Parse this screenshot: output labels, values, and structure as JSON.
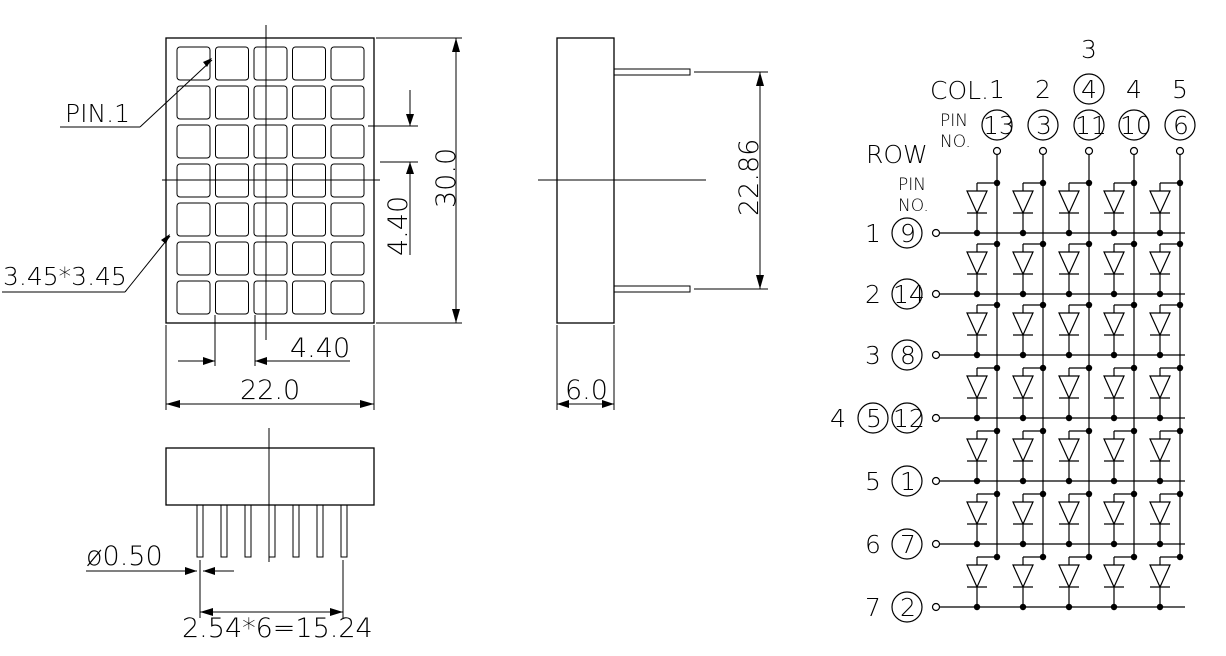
{
  "front_view": {
    "pin1_label": "PIN.1",
    "dot_size_label": "3.45*3.45",
    "pitch_v_label": "4.40",
    "height_label": "30.0",
    "pitch_h_label": "4.40",
    "width_label": "22.0"
  },
  "side_view": {
    "pin_spacing_label": "22.86",
    "depth_label": "6.0"
  },
  "bottom_view": {
    "pin_diameter_label": "ø0.50",
    "pin_pitch_label": "2.54*6=15.24"
  },
  "schematic": {
    "col_label": "COL.",
    "pin_no_label": [
      "PIN",
      "NO."
    ],
    "row_label": "ROW",
    "row_pin_no_label": [
      "PIN",
      "NO."
    ],
    "columns": [
      {
        "col": "1",
        "pin": "13"
      },
      {
        "col": "2",
        "pin": "3"
      },
      {
        "col": "3",
        "pin": "11",
        "extra_col": "4"
      },
      {
        "col": "4",
        "pin": "10"
      },
      {
        "col": "5",
        "pin": "6"
      }
    ],
    "col3_top_label": "3",
    "rows": [
      {
        "row": "1",
        "pins": [
          "9"
        ]
      },
      {
        "row": "2",
        "pins": [
          "14"
        ]
      },
      {
        "row": "3",
        "pins": [
          "8"
        ]
      },
      {
        "row": "4",
        "pins": [
          "5",
          "12"
        ]
      },
      {
        "row": "5",
        "pins": [
          "1"
        ]
      },
      {
        "row": "6",
        "pins": [
          "7"
        ]
      },
      {
        "row": "7",
        "pins": [
          "2"
        ]
      }
    ]
  }
}
